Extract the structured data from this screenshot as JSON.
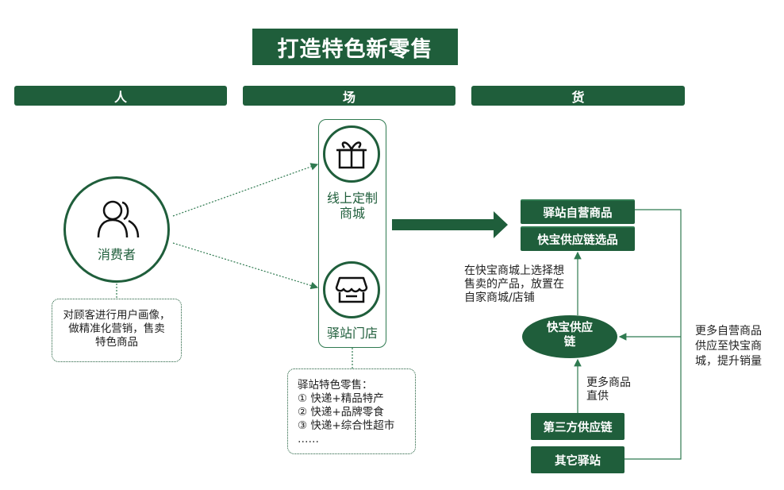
{
  "title": "打造特色新零售",
  "columns": {
    "people": "人",
    "place": "场",
    "goods": "货"
  },
  "consumer": {
    "label": "消费者",
    "icon": "user-group-icon"
  },
  "consumer_note": [
    "对顾客进行用户画像，",
    "做精准化营销，售卖",
    "特色商品"
  ],
  "online_mall": {
    "label_lines": [
      "线上定制",
      "商城"
    ],
    "icon": "gift-icon"
  },
  "station_store": {
    "label": "驿站门店",
    "icon": "store-icon"
  },
  "station_note": [
    "驿站特色零售：",
    "① 快递+精品特产",
    "② 快递+品牌零食",
    "③ 快递+综合性超市",
    "……"
  ],
  "goods": {
    "own_products": "驿站自营商品",
    "selected": "快宝供应链选品",
    "select_note": [
      "在快宝商城上选择想",
      "售卖的产品，放置在",
      "自家商城/店铺"
    ],
    "supply_chain_lines": [
      "快宝供应",
      "链"
    ],
    "more_note": [
      "更多商品",
      "直供"
    ],
    "third_party": "第三方供应链",
    "other_stations": "其它驿站",
    "right_note": [
      "更多自营商品",
      "供应至快宝商",
      "城，提升销量"
    ]
  },
  "colors": {
    "primary": "#1f5e3b",
    "line": "#2f7a50"
  }
}
